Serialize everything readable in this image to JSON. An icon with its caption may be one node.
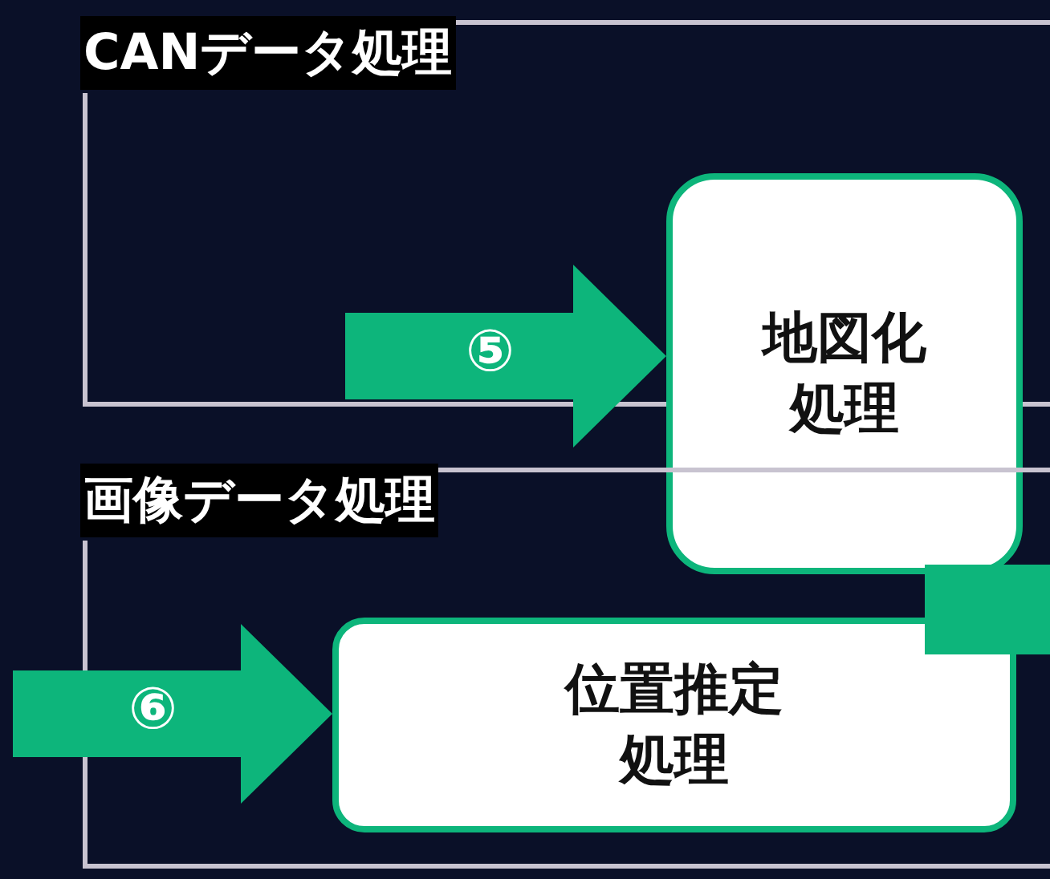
{
  "diagram": {
    "nodes": [
      {
        "text": [
          "CANデータ処理"
        ]
      },
      {
        "text": [
          "地図化処理"
        ]
      },
      {
        "text": [
          "画像データ処理"
        ]
      },
      {
        "text": [
          "位置推定処理"
        ],
        "in": 2
      }
    ],
    "edges": [
      {
        "from": null,
        "to": 1,
        "arrow": "to",
        "label": "⑤"
      },
      {
        "from": null,
        "to": 3,
        "arrow": "to",
        "label": "⑥"
      },
      {
        "from": 3,
        "to": null,
        "arrow": "to"
      }
    ]
  }
}
